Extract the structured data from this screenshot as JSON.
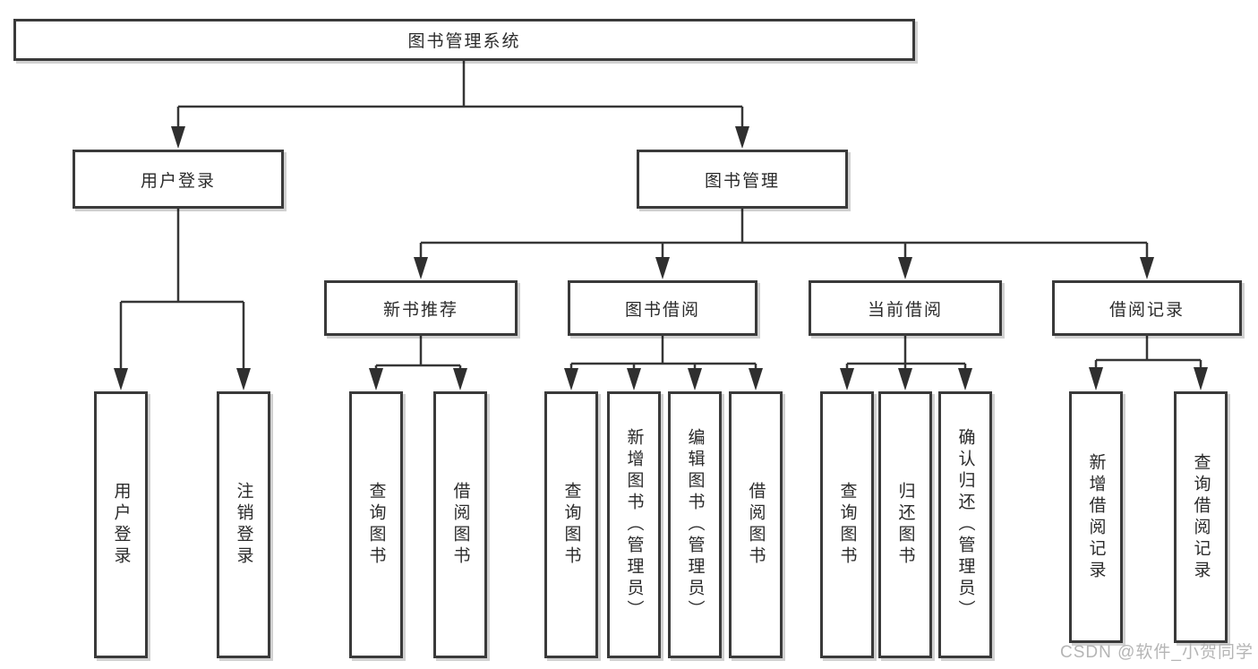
{
  "tree": {
    "root": "图书管理系统",
    "level2": [
      {
        "label": "用户登录",
        "leaves": [
          "用户登录",
          "注销登录"
        ]
      },
      {
        "label": "图书管理",
        "groups": [
          {
            "label": "新书推荐",
            "leaves": [
              "查询图书",
              "借阅图书"
            ]
          },
          {
            "label": "图书借阅",
            "leaves": [
              "查询图书",
              "新增图书（管理员）",
              "编辑图书（管理员）",
              "借阅图书"
            ]
          },
          {
            "label": "当前借阅",
            "leaves": [
              "查询图书",
              "归还图书",
              "确认归还（管理员）"
            ]
          },
          {
            "label": "借阅记录",
            "leaves": [
              "新增借阅记录",
              "查询借阅记录"
            ]
          }
        ]
      }
    ]
  },
  "watermark": {
    "text": "CSDN @软件_小贺同学"
  },
  "colors": {
    "line": "#363636",
    "arrow": "#2f2f2f",
    "box_border": "#3a3a3a",
    "text": "#2b2b2b",
    "watermark": "#b5b5b5",
    "background": "#ffffff"
  }
}
